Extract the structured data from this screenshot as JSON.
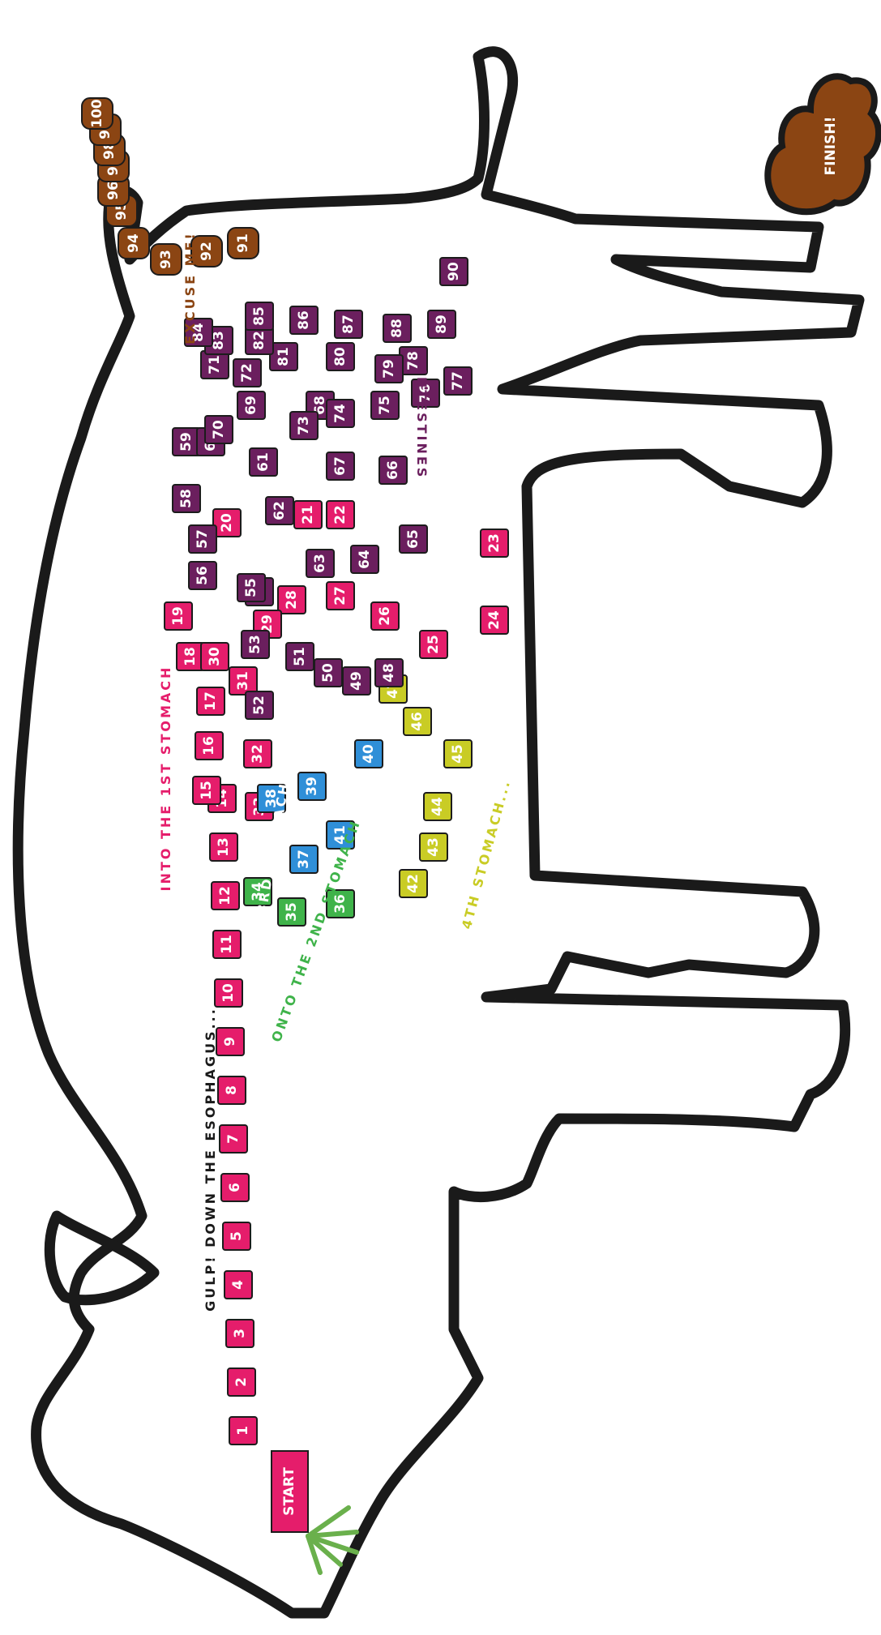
{
  "board": {
    "start_label": "START",
    "finish_label": "FINISH!",
    "labels": {
      "esophagus": "GULP! DOWN THE ESOPHAGUS...",
      "stomach1": "INTO THE 1ST STOMACH",
      "stomach2": "ONTO THE 2ND STOMACH",
      "stomach3": "...3RD STOMACH",
      "stomach4": "4TH STOMACH...",
      "intestines": "...INTESTINES",
      "excuse": "EXCUSE ME!"
    },
    "squares": [
      {
        "n": "1",
        "color": "#e51d6b"
      },
      {
        "n": "2",
        "color": "#e51d6b"
      },
      {
        "n": "3",
        "color": "#e51d6b"
      },
      {
        "n": "4",
        "color": "#e51d6b"
      },
      {
        "n": "5",
        "color": "#e51d6b"
      },
      {
        "n": "6",
        "color": "#e51d6b"
      },
      {
        "n": "7",
        "color": "#e51d6b"
      },
      {
        "n": "8",
        "color": "#e51d6b"
      },
      {
        "n": "9",
        "color": "#e51d6b"
      },
      {
        "n": "10",
        "color": "#e51d6b"
      },
      {
        "n": "11",
        "color": "#e51d6b"
      },
      {
        "n": "12",
        "color": "#e51d6b"
      },
      {
        "n": "13",
        "color": "#e51d6b"
      },
      {
        "n": "14",
        "color": "#e51d6b"
      },
      {
        "n": "15",
        "color": "#e51d6b"
      },
      {
        "n": "16",
        "color": "#e51d6b"
      },
      {
        "n": "17",
        "color": "#e51d6b"
      },
      {
        "n": "18",
        "color": "#e51d6b"
      },
      {
        "n": "19",
        "color": "#e51d6b"
      },
      {
        "n": "20",
        "color": "#e51d6b"
      },
      {
        "n": "21",
        "color": "#e51d6b"
      },
      {
        "n": "22",
        "color": "#e51d6b"
      },
      {
        "n": "23",
        "color": "#e51d6b"
      },
      {
        "n": "24",
        "color": "#e51d6b"
      },
      {
        "n": "25",
        "color": "#e51d6b"
      },
      {
        "n": "26",
        "color": "#e51d6b"
      },
      {
        "n": "27",
        "color": "#e51d6b"
      },
      {
        "n": "28",
        "color": "#e51d6b"
      },
      {
        "n": "29",
        "color": "#e51d6b"
      },
      {
        "n": "30",
        "color": "#e51d6b"
      },
      {
        "n": "31",
        "color": "#e51d6b"
      },
      {
        "n": "32",
        "color": "#e51d6b"
      },
      {
        "n": "33",
        "color": "#e51d6b"
      },
      {
        "n": "34",
        "color": "#3fb34a"
      },
      {
        "n": "35",
        "color": "#3fb34a"
      },
      {
        "n": "36",
        "color": "#3fb34a"
      },
      {
        "n": "37",
        "color": "#2f8fd8"
      },
      {
        "n": "38",
        "color": "#2f8fd8"
      },
      {
        "n": "39",
        "color": "#2f8fd8"
      },
      {
        "n": "40",
        "color": "#2f8fd8"
      },
      {
        "n": "41",
        "color": "#2f8fd8"
      },
      {
        "n": "42",
        "color": "#c9cc25"
      },
      {
        "n": "43",
        "color": "#c9cc25"
      },
      {
        "n": "44",
        "color": "#c9cc25"
      },
      {
        "n": "45",
        "color": "#c9cc25"
      },
      {
        "n": "46",
        "color": "#c9cc25"
      },
      {
        "n": "47",
        "color": "#c9cc25"
      },
      {
        "n": "48",
        "color": "#6b1f5e"
      },
      {
        "n": "49",
        "color": "#6b1f5e"
      },
      {
        "n": "50",
        "color": "#6b1f5e"
      },
      {
        "n": "51",
        "color": "#6b1f5e"
      },
      {
        "n": "52",
        "color": "#6b1f5e"
      },
      {
        "n": "53",
        "color": "#6b1f5e"
      },
      {
        "n": "54",
        "color": "#6b1f5e"
      },
      {
        "n": "55",
        "color": "#6b1f5e"
      },
      {
        "n": "56",
        "color": "#6b1f5e"
      },
      {
        "n": "57",
        "color": "#6b1f5e"
      },
      {
        "n": "58",
        "color": "#6b1f5e"
      },
      {
        "n": "59",
        "color": "#6b1f5e"
      },
      {
        "n": "60",
        "color": "#6b1f5e"
      },
      {
        "n": "61",
        "color": "#6b1f5e"
      },
      {
        "n": "62",
        "color": "#6b1f5e"
      },
      {
        "n": "63",
        "color": "#6b1f5e"
      },
      {
        "n": "64",
        "color": "#6b1f5e"
      },
      {
        "n": "65",
        "color": "#6b1f5e"
      },
      {
        "n": "66",
        "color": "#6b1f5e"
      },
      {
        "n": "67",
        "color": "#6b1f5e"
      },
      {
        "n": "68",
        "color": "#6b1f5e"
      },
      {
        "n": "69",
        "color": "#6b1f5e"
      },
      {
        "n": "70",
        "color": "#6b1f5e"
      },
      {
        "n": "71",
        "color": "#6b1f5e"
      },
      {
        "n": "72",
        "color": "#6b1f5e"
      },
      {
        "n": "73",
        "color": "#6b1f5e"
      },
      {
        "n": "74",
        "color": "#6b1f5e"
      },
      {
        "n": "75",
        "color": "#6b1f5e"
      },
      {
        "n": "76",
        "color": "#6b1f5e"
      },
      {
        "n": "77",
        "color": "#6b1f5e"
      },
      {
        "n": "78",
        "color": "#6b1f5e"
      },
      {
        "n": "79",
        "color": "#6b1f5e"
      },
      {
        "n": "80",
        "color": "#6b1f5e"
      },
      {
        "n": "81",
        "color": "#6b1f5e"
      },
      {
        "n": "82",
        "color": "#6b1f5e"
      },
      {
        "n": "83",
        "color": "#6b1f5e"
      },
      {
        "n": "84",
        "color": "#6b1f5e"
      },
      {
        "n": "85",
        "color": "#6b1f5e"
      },
      {
        "n": "86",
        "color": "#6b1f5e"
      },
      {
        "n": "87",
        "color": "#6b1f5e"
      },
      {
        "n": "88",
        "color": "#6b1f5e"
      },
      {
        "n": "89",
        "color": "#6b1f5e"
      },
      {
        "n": "90",
        "color": "#6b1f5e"
      },
      {
        "n": "91",
        "color": "#8b4513"
      },
      {
        "n": "92",
        "color": "#8b4513"
      },
      {
        "n": "93",
        "color": "#8b4513"
      },
      {
        "n": "94",
        "color": "#8b4513"
      },
      {
        "n": "95",
        "color": "#8b4513"
      },
      {
        "n": "96",
        "color": "#8b4513"
      },
      {
        "n": "97",
        "color": "#8b4513"
      },
      {
        "n": "98",
        "color": "#8b4513"
      },
      {
        "n": "99",
        "color": "#8b4513"
      },
      {
        "n": "100",
        "color": "#8b4513"
      }
    ],
    "colors": {
      "stomach1": "#e51d6b",
      "stomach2": "#3fb34a",
      "stomach3": "#2f8fd8",
      "stomach4": "#c9cc25",
      "intestines": "#6b1f5e",
      "colon": "#8b4513",
      "outline": "#1a1a1a",
      "grass": "#6ab04c"
    }
  }
}
